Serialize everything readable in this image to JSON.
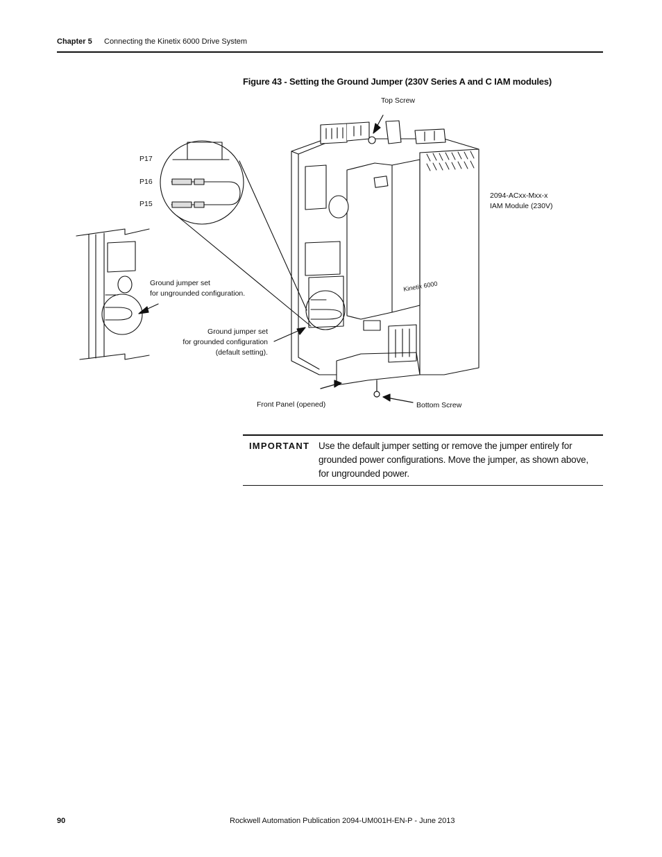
{
  "header": {
    "chapter": "Chapter 5",
    "title": "Connecting the Kinetix 6000 Drive System"
  },
  "figure": {
    "caption": "Figure 43 - Setting the Ground Jumper (230V Series A and C IAM modules)",
    "labels": {
      "top_screw": "Top Screw",
      "p17": "P17",
      "p16": "P16",
      "p15": "P15",
      "module_line1": "2094-ACxx-Mxx-x",
      "module_line2": "IAM Module (230V)",
      "ungrounded_line1": "Ground jumper set",
      "ungrounded_line2": "for ungrounded configuration.",
      "grounded_line1": "Ground jumper set",
      "grounded_line2": "for grounded configuration",
      "grounded_line3": "(default setting).",
      "front_panel": "Front Panel (opened)",
      "bottom_screw": "Bottom Screw",
      "product_logo": "Kinetix 6000"
    }
  },
  "important": {
    "label": "IMPORTANT",
    "text": "Use the default jumper setting or remove the jumper entirely for grounded power configurations. Move the jumper, as shown above, for ungrounded power."
  },
  "footer": {
    "page_number": "90",
    "publication": "Rockwell Automation Publication 2094-UM001H-EN-P - June 2013"
  }
}
